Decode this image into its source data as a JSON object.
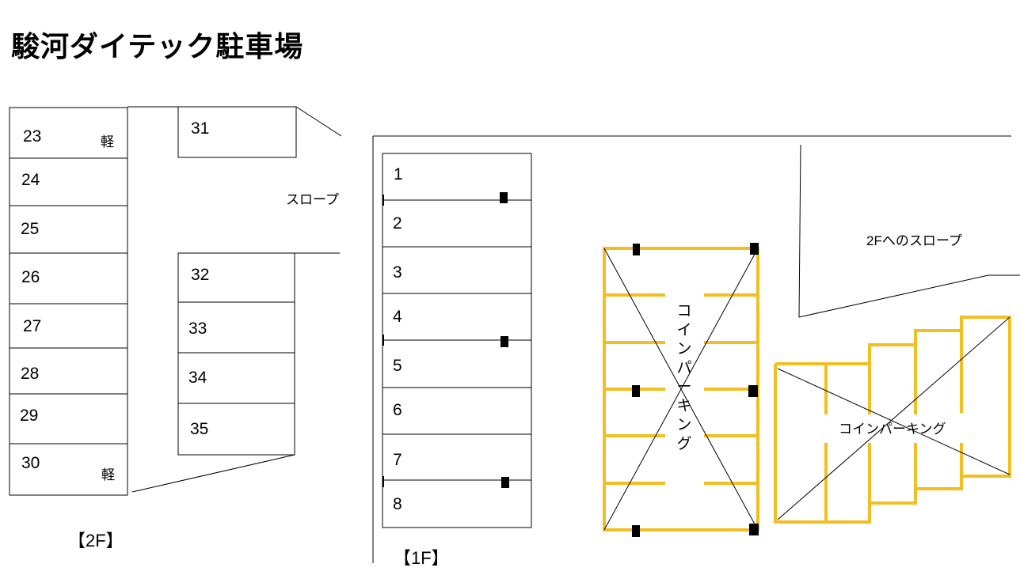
{
  "title": "駿河ダイテック駐車場",
  "floors": {
    "second": {
      "label": "【2F】",
      "left_spaces": [
        "23",
        "24",
        "25",
        "26",
        "27",
        "28",
        "29",
        "30"
      ],
      "kei_marks": [
        {
          "space": "23",
          "text": "軽"
        },
        {
          "space": "30",
          "text": "軽"
        }
      ],
      "top_space": "31",
      "right_spaces": [
        "32",
        "33",
        "34",
        "35"
      ],
      "slope_label": "スロープ"
    },
    "first": {
      "label": "【1F】",
      "spaces": [
        "1",
        "2",
        "3",
        "4",
        "5",
        "6",
        "7",
        "8"
      ],
      "coin_parking_vertical": [
        "コ",
        "イ",
        "ン",
        "パ",
        "ー",
        "キ",
        "ン",
        "グ"
      ],
      "coin_parking_horizontal": "コインパーキング",
      "slope_to_2f_label": "2Fへのスロープ"
    }
  },
  "colors": {
    "coin_parking_outline": "#F2BE22",
    "lines": "#000000",
    "background": "#FFFFFF"
  }
}
